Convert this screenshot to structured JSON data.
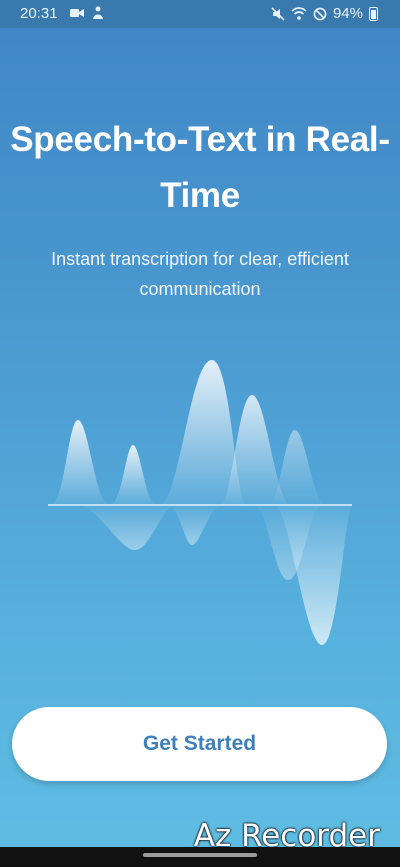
{
  "status_bar": {
    "time": "20:31",
    "battery_text": "94%",
    "left_icons": [
      "video-camera-icon",
      "accessibility-icon"
    ],
    "right_icons": [
      "mute-icon",
      "wifi-icon",
      "do-not-disturb-icon",
      "battery-icon"
    ]
  },
  "onboarding": {
    "title": "Speech-to-Text in Real-Time",
    "subtitle": "Instant transcription for clear, efficient communication",
    "illustration": "sound-wave-illustration",
    "cta_label": "Get Started"
  },
  "watermark": "Az Recorder",
  "colors": {
    "background_top": "#3f86c6",
    "background_bottom": "#5fbde3",
    "cta_text": "#3f7fba",
    "cta_background": "#ffffff"
  }
}
